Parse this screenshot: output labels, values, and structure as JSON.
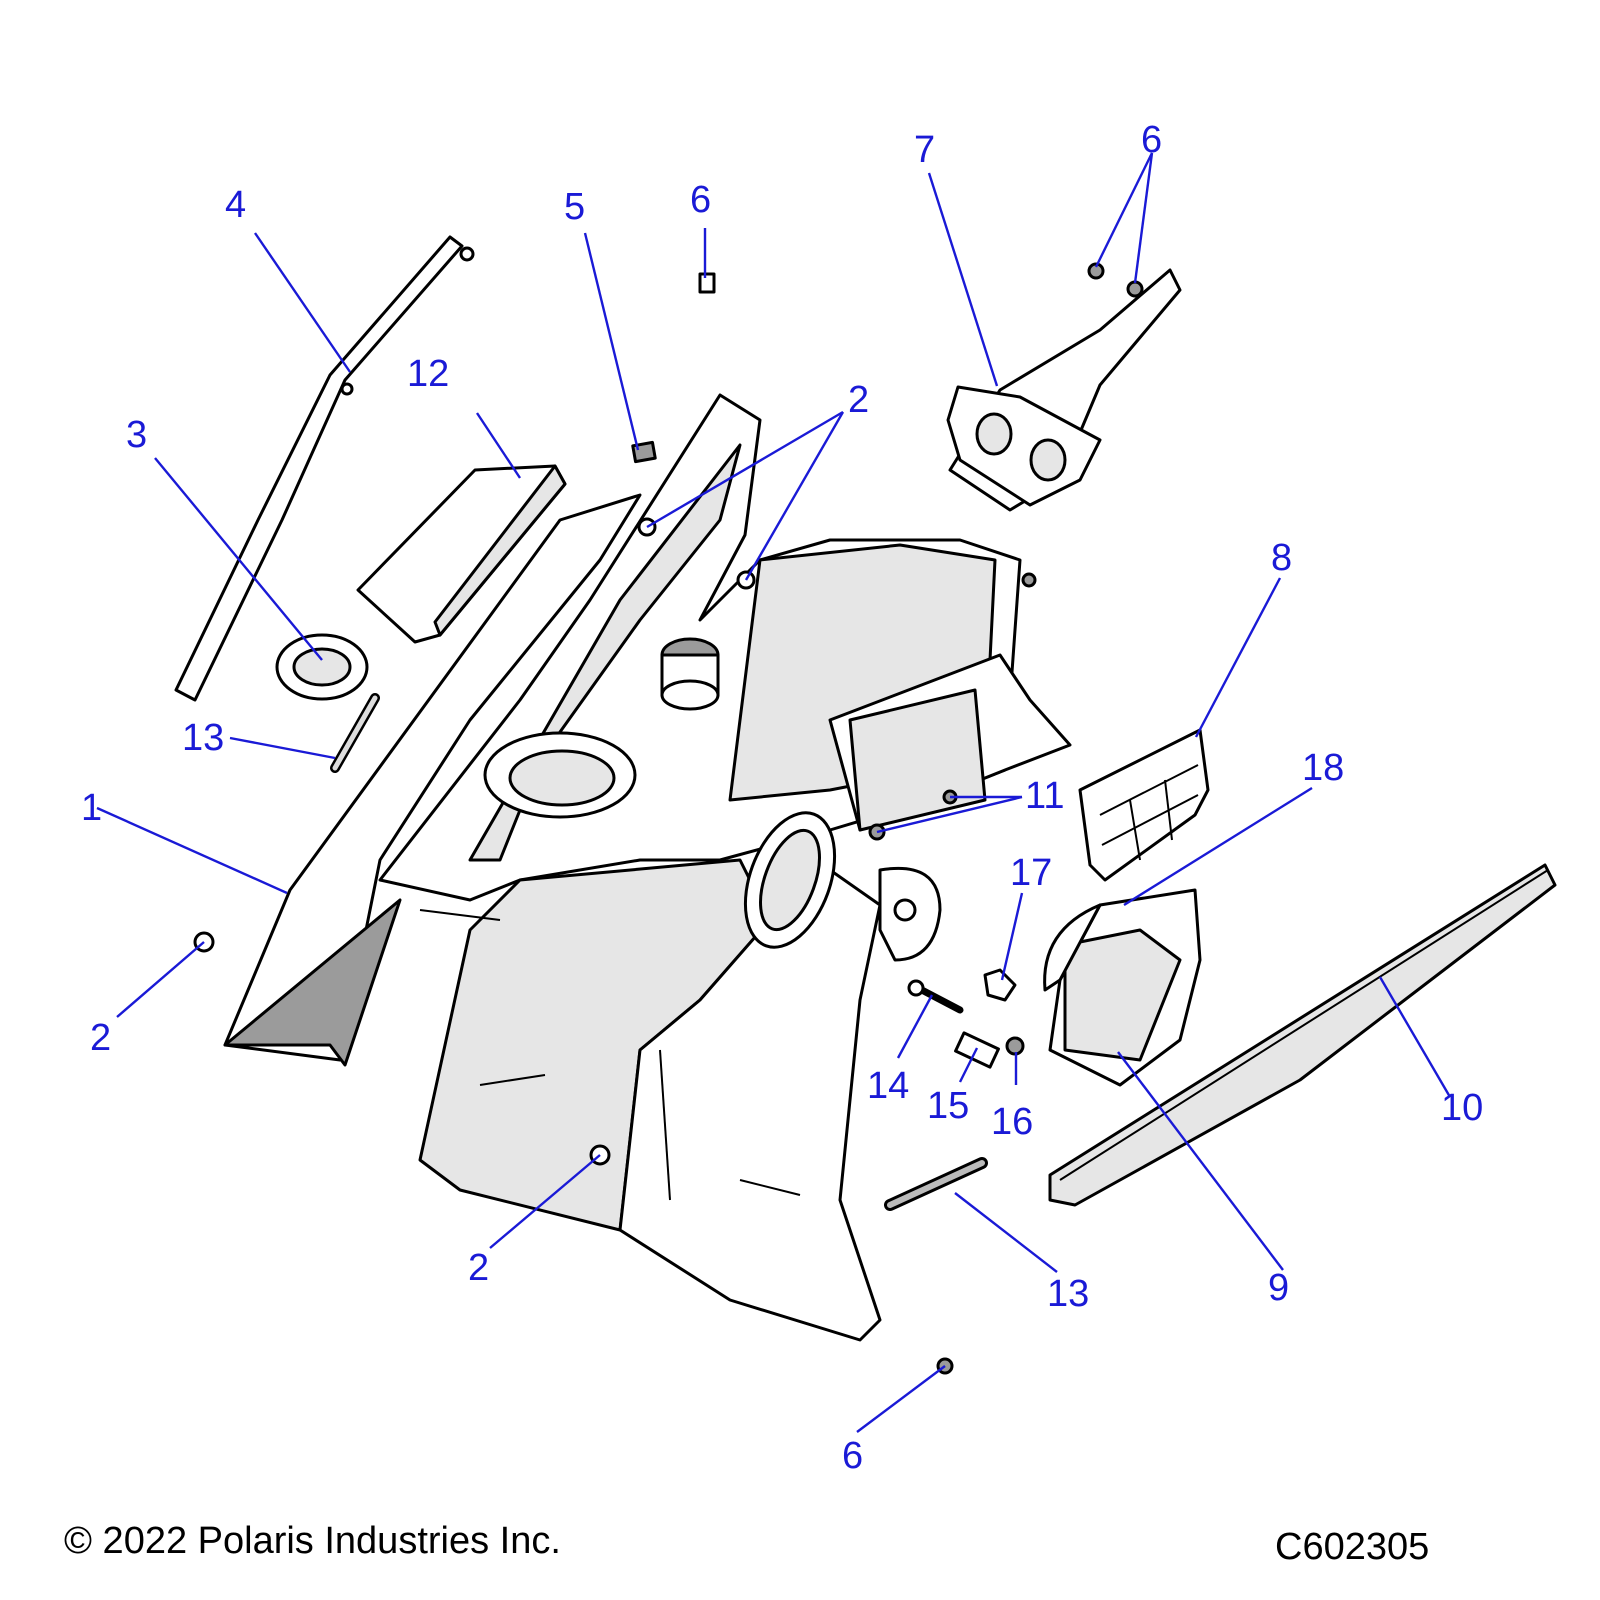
{
  "callouts": {
    "c1": "1",
    "c2a": "2",
    "c2b": "2",
    "c2c": "2",
    "c3": "3",
    "c4": "4",
    "c5": "5",
    "c6a": "6",
    "c6b": "6",
    "c6c": "6",
    "c7": "7",
    "c8": "8",
    "c9": "9",
    "c10": "10",
    "c11": "11",
    "c12": "12",
    "c13a": "13",
    "c13b": "13",
    "c14": "14",
    "c15": "15",
    "c16": "16",
    "c17": "17",
    "c18": "18"
  },
  "footer": {
    "copyright": "© 2022 Polaris Industries Inc.",
    "diagram_code": "C602305"
  },
  "colors": {
    "callout": "#1a1ad6",
    "line_art": "#000000",
    "shading": "#e6e6e6"
  }
}
